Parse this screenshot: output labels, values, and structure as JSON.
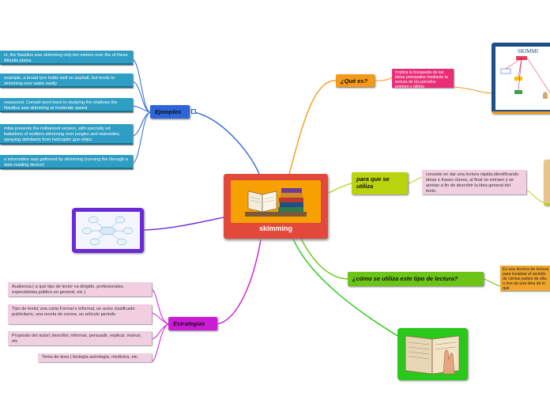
{
  "central": {
    "label": "skimming"
  },
  "branches": {
    "que_es": {
      "label": "¿Qué es?",
      "leaf": "Implica la búsqueda de las ideas principales mediante la lectura de los párrafos primero y último"
    },
    "para_que": {
      "label": "para que se utiliza",
      "leaf": "consiste en dar una lectura rápida,identificando ideas o frases claves, al final se extraen y se anotan a fin de describir la idea general del texto."
    },
    "como": {
      "label": "¿cómo se utiliza este tipo de lectura?",
      "leaf": "Es una técnica de lectura para localizar el sentido de ciertas partes de ella, o nos da una idea de lo que"
    },
    "ejemplos": {
      "label": "Ejemplos",
      "items": [
        "ct, the Nautilus was skimming only ten meters over the of these Atlantis plains.",
        "example, a broad tyre holds well on asphalt, but tends to skimming over water easily",
        "reassured, Conseil went back to studying the shallows the Nautilus was skimming at moderate speed.",
        "mbia presents the militarized version, with specially ed battalions of soldiers skimming over jungles and ntainsides, spraying defoliants from helicopter gun-ships.",
        "a information was gathered by skimming (running the through a data-reading device)"
      ]
    },
    "estrategias": {
      "label": "Estrategias",
      "items": [
        "Audiencia:( a qué tipo de lector va dirigido, profesionales, especialistas,público en general, etc )",
        "Tipo de texto( una carta Formal o informal, un aviso clasificado publicitario, una receta de cocina, un artículo periodo",
        "Propósito del autor( describir, informar, persuadir, explicar, instruir, etc",
        "Tema de área ( biología astrología, medicina, etc."
      ]
    }
  },
  "images": {
    "top_right_title": "SKIMMI"
  },
  "colors": {
    "central_bg": "#e2493a",
    "central_inner": "#f6a100",
    "que_es": "#f49a18",
    "para_que": "#b9d40d",
    "como": "#6cc417",
    "ejemplos": "#2c66d8",
    "estrategias": "#cc1bd6",
    "purple_link": "#6b2ad8",
    "pink_leaf": "#ea2e76",
    "green_img": "#2ac81a"
  }
}
